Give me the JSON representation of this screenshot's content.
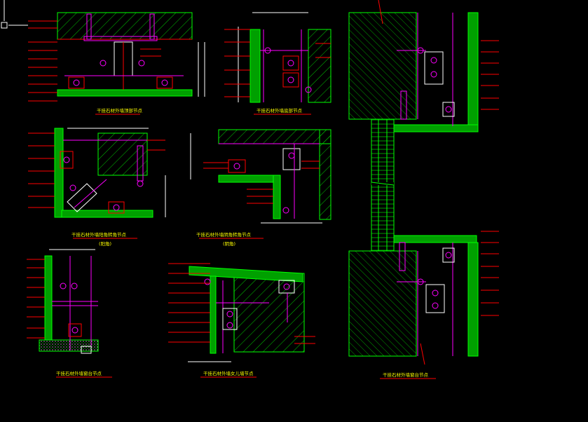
{
  "titles": {
    "t1": "干挂石材外墙顶部节点",
    "t2": "干挂石材外墙底部节点",
    "t3": "干挂石材外墙阳角转角节点",
    "t3_sub": "(阳角)",
    "t4": "干挂石材外墙阴角转角节点",
    "t4_sub": "(阴角)",
    "t5": "干挂石材外墙窗台节点",
    "t6": "干挂石材外墙女儿墙节点",
    "t7": "干挂石材外墙窗台节点"
  },
  "colors": {
    "line": "#ff0000",
    "concrete": "#00ff00",
    "steel": "#ff00ff",
    "dimension": "#ffffff",
    "title": "#ffff00",
    "background": "#000000"
  },
  "icons": {
    "crosshair": "crosshair-icon"
  }
}
